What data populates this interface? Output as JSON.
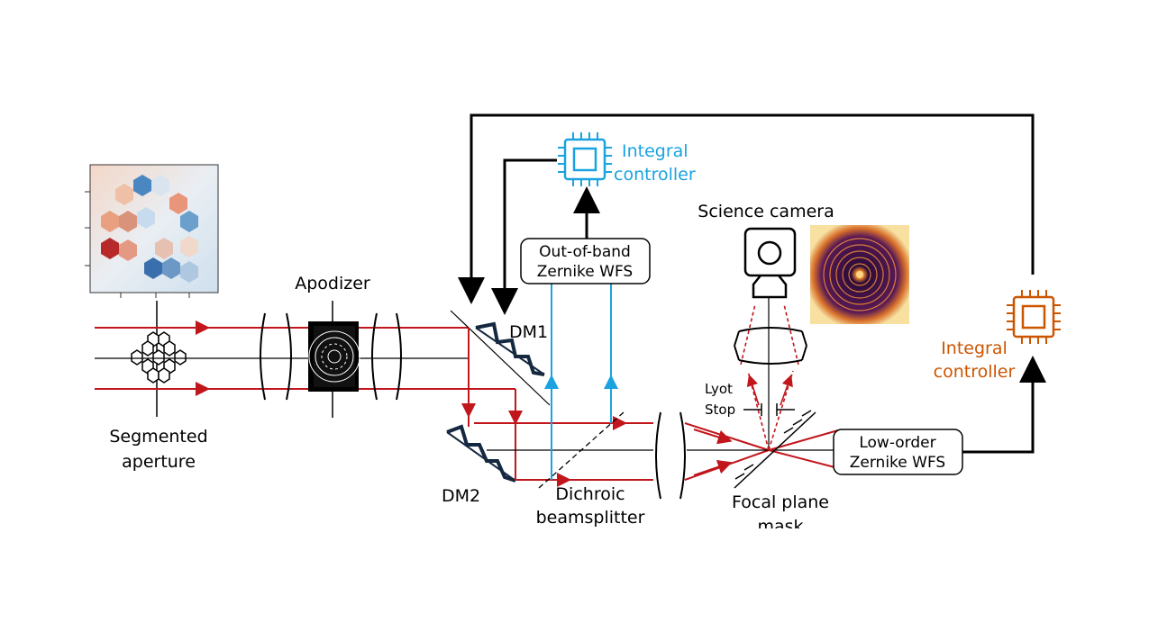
{
  "colors": {
    "beam_red": "#c0161c",
    "wfs_blue": "#1aa3e0",
    "ctrl_orange": "#cc5500",
    "outline": "#000000"
  },
  "labels": {
    "segmented_aperture_1": "Segmented",
    "segmented_aperture_2": "aperture",
    "apodizer": "Apodizer",
    "dm1": "DM1",
    "dm2": "DM2",
    "dichroic_1": "Dichroic",
    "dichroic_2": "beamsplitter",
    "oob_wfs_1": "Out-of-band",
    "oob_wfs_2": "Zernike WFS",
    "integral_blue_1": "Integral",
    "integral_blue_2": "controller",
    "science_camera": "Science camera",
    "lyot_1": "Lyot",
    "lyot_2": "Stop",
    "fpm_1": "Focal plane",
    "fpm_2": "mask",
    "lowo_wfs_1": "Low-order",
    "lowo_wfs_2": "Zernike WFS",
    "integral_orange_1": "Integral",
    "integral_orange_2": "controller"
  },
  "icons": {
    "controller_chip": "chip-icon",
    "camera": "camera-icon"
  }
}
